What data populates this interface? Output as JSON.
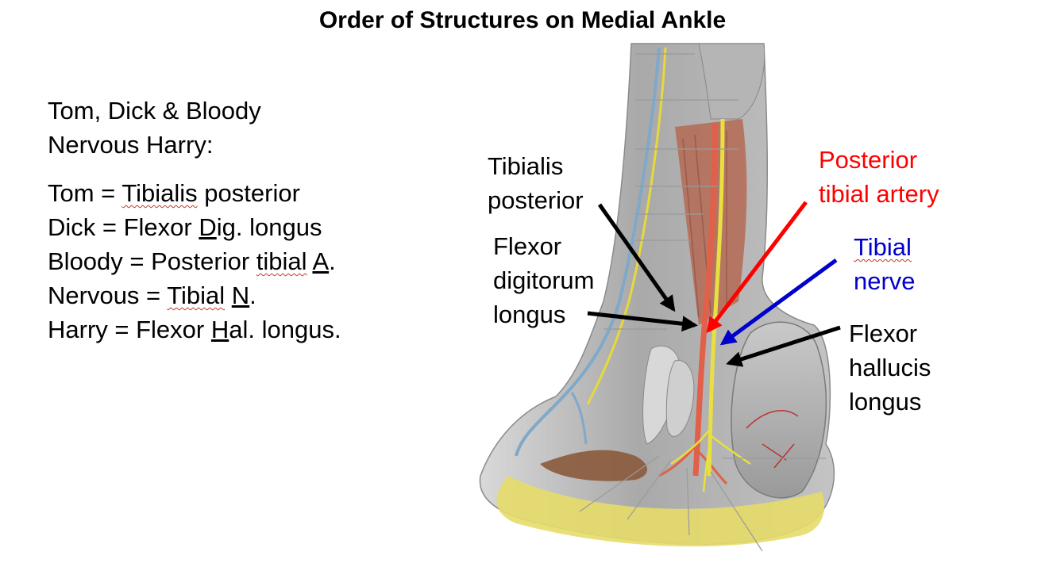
{
  "title": "Order of Structures on Medial Ankle",
  "mnemonic": {
    "heading_line1": "Tom, Dick & Bloody",
    "heading_line2": "Nervous Harry:",
    "lines": [
      {
        "pre": "Tom = ",
        "mark": "Tibialis",
        "post": " posterior",
        "style": "wavy-first"
      },
      {
        "pre": "Dick = Flexor ",
        "mark": "D",
        "post": "ig. longus",
        "style": "underline"
      },
      {
        "pre": "Bloody = Posterior ",
        "wavy": "tibial",
        "gap": " ",
        "mark": "A",
        "post": ".",
        "style": "mixed"
      },
      {
        "pre": "Nervous = ",
        "wavy": "Tibial",
        "gap": " ",
        "mark": "N",
        "post": ".",
        "style": "mixed"
      },
      {
        "pre": "Harry = Flexor ",
        "mark": "H",
        "post": "al. longus.",
        "style": "underline"
      }
    ]
  },
  "labels": {
    "tibialis_posterior": [
      "Tibialis",
      "posterior"
    ],
    "flexor_digitorum_longus": [
      "Flexor",
      "digitorum",
      "longus"
    ],
    "posterior_tibial_artery": [
      "Posterior",
      "tibial artery"
    ],
    "tibial_nerve": [
      "Tibial",
      "nerve"
    ],
    "flexor_hallucis_longus": [
      "Flexor",
      "hallucis",
      "longus"
    ]
  },
  "colors": {
    "artery_label": "#ff0000",
    "nerve_label": "#0000cc",
    "black_arrow": "#000000",
    "red_arrow": "#ff0000",
    "blue_arrow": "#0000cc"
  }
}
